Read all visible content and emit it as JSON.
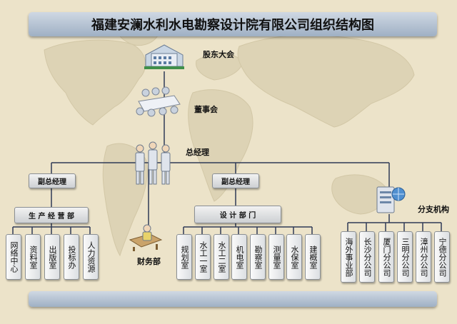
{
  "title": "福建安澜水利水电勘察设计院有限公司组织结构图",
  "colors": {
    "map_land": "#ddd3b5",
    "map_background": "#ece3c9",
    "line": "#2f3a56",
    "banner_top": "#cfd8e3",
    "banner_bottom": "#9fb0c4"
  },
  "top": {
    "shareholders": "股东大会",
    "board": "董事会",
    "general_manager": "总经理"
  },
  "left_branch": {
    "deputy": "副总经理",
    "department": "生 产 经 营 部",
    "units": [
      "网络中心",
      "资料室",
      "出版室",
      "投标办",
      "人力资源"
    ]
  },
  "finance": "财务部",
  "center_branch": {
    "deputy": "副总经理",
    "department": "设 计 部 门",
    "units": [
      "规划室",
      "水工一室",
      "水工二室",
      "机电室",
      "勘察室",
      "测量室",
      "水保室",
      "建概室"
    ]
  },
  "right_branch": {
    "label": "分支机构",
    "units": [
      "海外事业部",
      "长沙分公司",
      "厦门分公司",
      "三明分公司",
      "漳州分公司",
      "宁德分公司"
    ]
  },
  "icons": {
    "shareholders": "building-icon",
    "board": "meeting-table-icon",
    "general_manager": "managers-icon",
    "finance": "desk-worker-icon",
    "branch": "server-globe-icon"
  }
}
